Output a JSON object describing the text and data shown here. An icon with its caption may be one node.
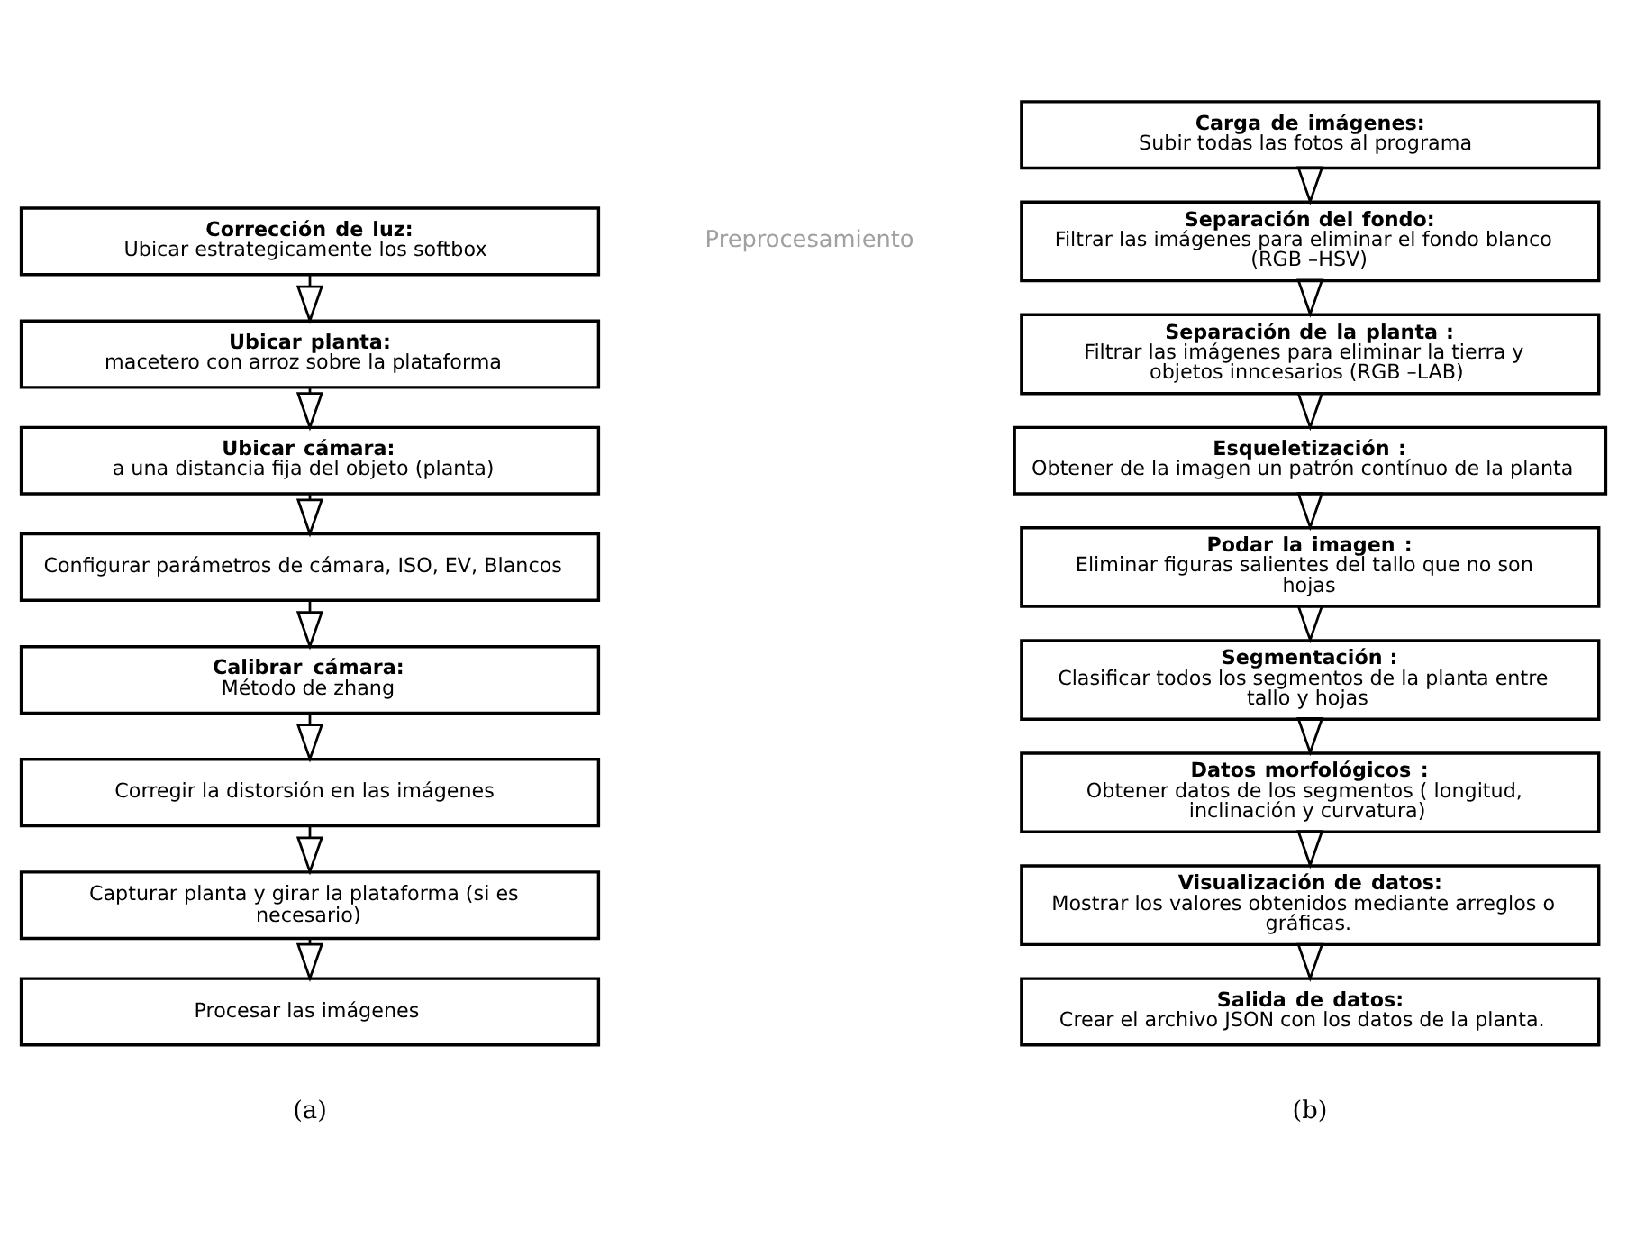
{
  "diagram": {
    "nodes": [
      {
        "text": [
          "**Corrección de luz:** Ubicar estrategicamente los softbox"
        ]
      },
      {
        "text": [
          "**Ubicar planta:** macetero con arroz sobre la plataforma"
        ]
      },
      {
        "text": [
          "**Ubicar cámara:** a una distancia fija del objeto (planta)"
        ]
      },
      {
        "text": [
          "Configurar parámetros de cámara, ISO, EV, Blancos"
        ]
      },
      {
        "text": [
          "**Calibrar cámara:** Método de zhang"
        ]
      },
      {
        "text": [
          "Corregir la distorsión en las imágenes"
        ]
      },
      {
        "text": [
          "Capturar planta y girar la plataforma (si es necesario)"
        ]
      },
      {
        "text": [
          "Procesar las imágenes"
        ]
      },
      {
        "text": [
          "**Carga de imágenes:** Subir todas las fotos al programa"
        ]
      },
      {
        "text": [
          "**Separación del fondo:** Filtrar las imágenes para eliminar el fondo blanco (RGB –HSV)"
        ]
      },
      {
        "text": [
          "**Separación de la planta :** Filtrar las imágenes para eliminar la tierra y objetos inncesarios (RGB –LAB)"
        ]
      },
      {
        "text": [
          "**Esqueletización :** Obtener de la imagen un patrón contínuo de la planta"
        ]
      },
      {
        "text": [
          "**Podar la imagen :** Eliminar figuras salientes del tallo que no son hojas"
        ]
      },
      {
        "text": [
          "**Segmentación :** Clasificar todos los segmentos de la planta entre tallo y hojas"
        ]
      },
      {
        "text": [
          "**Datos morfológicos :** Obtener datos de los segmentos ( longitud, inclinación y curvatura)"
        ]
      },
      {
        "text": [
          "**Visualización de datos:** Mostrar los valores obtenidos mediante arreglos o gráficas."
        ]
      },
      {
        "text": [
          "**Salida de datos:** Crear el archivo JSON con los datos de la planta."
        ]
      }
    ],
    "edges": [
      {
        "from": 0,
        "to": 1,
        "arrow": "to"
      },
      {
        "from": 1,
        "to": 2,
        "arrow": "to"
      },
      {
        "from": 2,
        "to": 3,
        "arrow": "to"
      },
      {
        "from": 3,
        "to": 4,
        "arrow": "to"
      },
      {
        "from": 4,
        "to": 5,
        "arrow": "to"
      },
      {
        "from": 5,
        "to": 6,
        "arrow": "to"
      },
      {
        "from": 6,
        "to": 7,
        "arrow": "to"
      },
      {
        "from": 8,
        "to": 9,
        "arrow": "to"
      },
      {
        "from": 9,
        "to": 10,
        "arrow": "to"
      },
      {
        "from": 10,
        "to": 11,
        "arrow": "to"
      },
      {
        "from": 11,
        "to": 12,
        "arrow": "to"
      },
      {
        "from": 12,
        "to": 13,
        "arrow": "to"
      },
      {
        "from": 13,
        "to": 14,
        "arrow": "to"
      },
      {
        "from": 14,
        "to": 15,
        "arrow": "to"
      },
      {
        "from": 15,
        "to": 16,
        "arrow": "to"
      }
    ],
    "labels": [
      "Preprocesamiento",
      "(a)",
      "(b)"
    ]
  }
}
